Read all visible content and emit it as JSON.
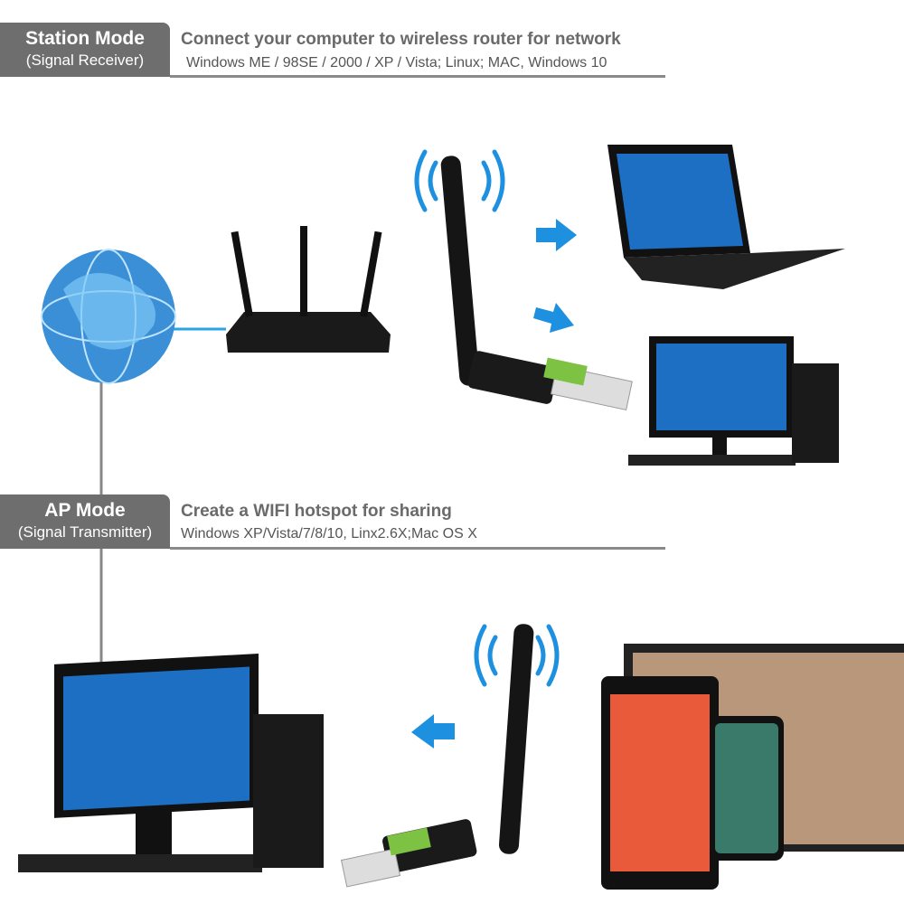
{
  "station": {
    "title": "Station Mode",
    "subtitle": "(Signal Receiver)",
    "heading": "Connect your computer to wireless router for network",
    "systems": "Windows ME / 98SE / 2000 / XP / Vista; Linux; MAC,  Windows 10"
  },
  "ap": {
    "title": "AP Mode",
    "subtitle": "(Signal Transmitter)",
    "heading": "Create a WIFI hotspot for sharing",
    "systems": "Windows XP/Vista/7/8/10, Linx2.6X;Mac OS X"
  },
  "colors": {
    "tab": "#6e6e6e",
    "accent": "#1e90e0",
    "device": "#1a1a1a"
  }
}
